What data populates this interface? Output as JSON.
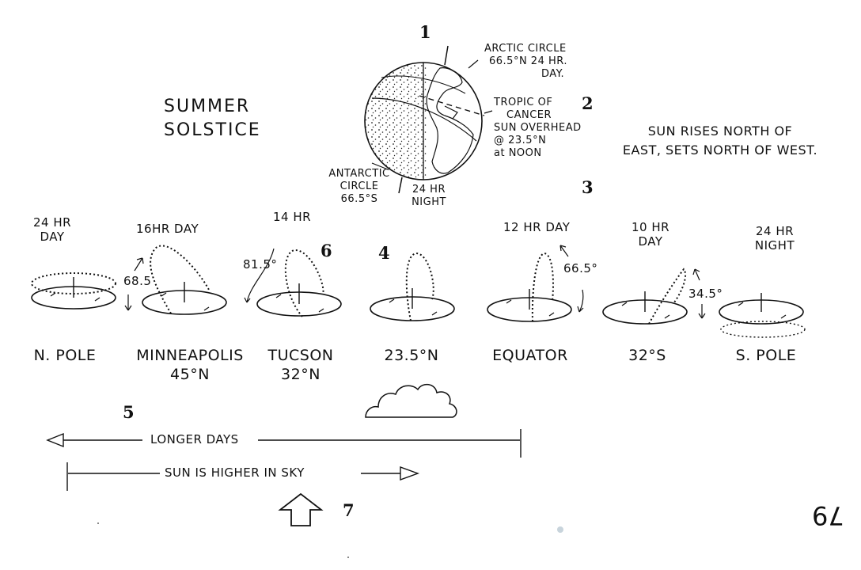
{
  "title": {
    "line1": "SUMMER",
    "line2": "SOLSTICE"
  },
  "sun_rises": {
    "line1": "SUN RISES NORTH OF",
    "line2": "EAST, SETS NORTH OF WEST."
  },
  "globe_labels": {
    "arctic": {
      "line1": "ARCTIC CIRCLE",
      "line2": "66.5°N 24 HR.",
      "line3": "DAY."
    },
    "tropic": {
      "line1": "TROPIC OF",
      "line2": "CANCER",
      "line3": "SUN OVERHEAD",
      "line4": "@ 23.5°N",
      "line5": "at NOON"
    },
    "antarctic": {
      "line1": "ANTARCTIC",
      "line2": "CIRCLE",
      "line3": "66.5°S"
    },
    "night": {
      "line1": "24 HR",
      "line2": "NIGHT"
    }
  },
  "numbers": [
    "1",
    "2",
    "3",
    "4",
    "5",
    "6",
    "7"
  ],
  "day_lengths": {
    "npole": {
      "line1": "24 HR",
      "line2": "DAY"
    },
    "minneapolis": "16HR DAY",
    "tucson": "14 HR",
    "equator": "12 HR DAY",
    "s32": {
      "line1": "10 HR",
      "line2": "DAY"
    },
    "spole": {
      "line1": "24 HR",
      "line2": "NIGHT"
    }
  },
  "angles": [
    "68.5",
    "81.5°",
    "66.5°",
    "34.5°"
  ],
  "locations": {
    "npole": {
      "line1": "N. POLE"
    },
    "minneapolis": {
      "line1": "MINNEAPOLIS",
      "line2": "45°N"
    },
    "tucson": {
      "line1": "TUCSON",
      "line2": "32°N"
    },
    "n23": {
      "line1": "23.5°N"
    },
    "equator": {
      "line1": "EQUATOR"
    },
    "s32": {
      "line1": "32°S"
    },
    "spole": {
      "line1": "S. POLE"
    }
  },
  "arrows": {
    "longer_days": "LONGER DAYS",
    "sun_higher": "SUN IS HIGHER IN SKY"
  },
  "page_number": "79",
  "icons": [
    "globe-icon",
    "cloud-icon",
    "up-arrow-icon"
  ]
}
